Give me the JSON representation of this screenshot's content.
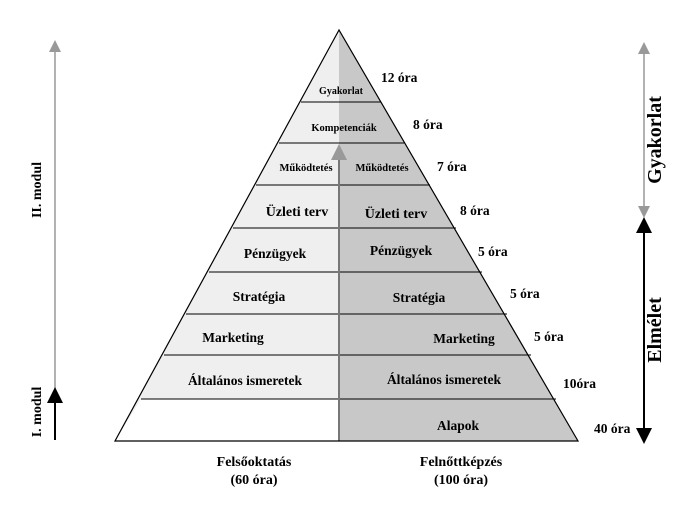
{
  "left_column": {
    "layers": [
      "Gyakorlat",
      "Kompetenciák",
      "Működtetés",
      "Üzleti terv",
      "Pénzügyek",
      "Stratégia",
      "Marketing",
      "Általános ismeretek"
    ],
    "caption_line1": "Felsőoktatás",
    "caption_line2": "(60 óra)"
  },
  "right_column": {
    "layers": [
      "Működtetés",
      "Üzleti terv",
      "Pénzügyek",
      "Stratégia",
      "Marketing",
      "Általános ismeretek",
      "Alapok"
    ],
    "caption_line1": "Felnőttképzés",
    "caption_line2": "(100 óra)"
  },
  "hours": [
    "12 óra",
    "8 óra",
    "7 óra",
    "8 óra",
    "5 óra",
    "5 óra",
    "5 óra",
    "10óra",
    "40 óra"
  ],
  "left_axis": {
    "module_2": "II. modul",
    "module_1": "I. modul"
  },
  "right_axis": {
    "practice": "Gyakorlat",
    "theory": "Elmélet"
  },
  "colors": {
    "left_fill": "#efefef",
    "right_fill": "#c8c8c8",
    "arrow_gray": "#999999",
    "line": "#000000"
  }
}
